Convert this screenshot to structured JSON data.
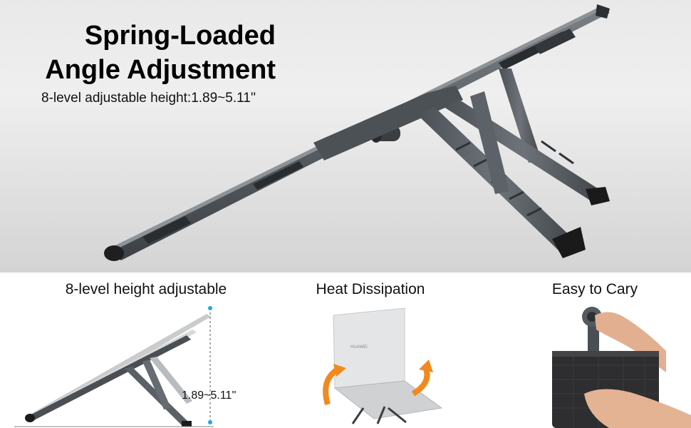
{
  "hero": {
    "title_line1": "Spring-Loaded",
    "title_line2": "Angle Adjustment",
    "subtitle": "8-level adjustable height:1.89~5.11''"
  },
  "features": [
    {
      "title": "8-level height adjustable",
      "range_label": "1.89~5.11''"
    },
    {
      "title": "Heat Dissipation",
      "laptop_brand": "HUAWEI"
    },
    {
      "title": "Easy to Cary"
    }
  ],
  "colors": {
    "metal": "#5b6166",
    "metal_dark": "#3b4045",
    "rubber": "#1a1a1a",
    "arrow_orange": "#f08a1e",
    "dimension_blue": "#2aa3e0"
  }
}
